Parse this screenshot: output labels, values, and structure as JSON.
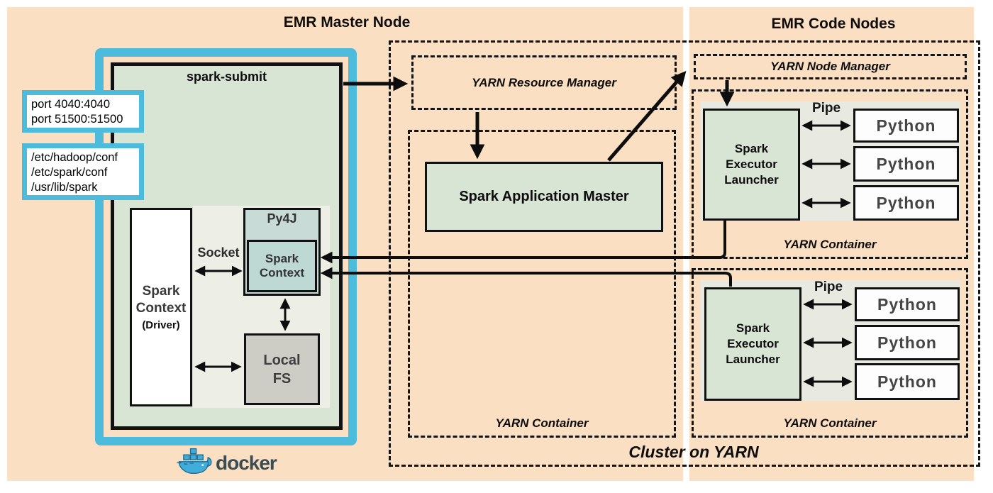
{
  "titles": {
    "master_node": "EMR Master Node",
    "code_nodes": "EMR Code Nodes",
    "cluster": "Cluster on YARN"
  },
  "docker": {
    "wordmark": "docker",
    "spark_submit": "spark-submit",
    "ports_callout": {
      "lines": [
        "port 4040:4040",
        "port 51500:51500"
      ]
    },
    "paths_callout": {
      "lines": [
        "/etc/hadoop/conf",
        "/etc/spark/conf",
        "/usr/lib/spark"
      ]
    },
    "driver": {
      "title": "Spark Context",
      "subtitle": "(Driver)"
    },
    "socket": "Socket",
    "py4j": {
      "title": "Py4J",
      "inner": "Spark Context"
    },
    "local_fs": "Local FS"
  },
  "yarn": {
    "resource_manager": "YARN Resource Manager",
    "application_master": "Spark Application Master",
    "node_manager": "YARN Node Manager",
    "container": "YARN Container",
    "executor_launcher": "Spark Executor Launcher",
    "pipe": "Pipe",
    "python": "Python"
  },
  "colors": {
    "panel_peach": "#FBDFC2",
    "box_green": "#D8E4D4",
    "py4j_teal": "#C8DBD6",
    "context_teal": "#BED9D3",
    "local_fs_gray": "#CDCDC6",
    "executor_panel_gray": "#E8EAE1",
    "docker_blue": "#4CBBDC",
    "docker_text": "#394D54",
    "line_black": "#111111"
  }
}
